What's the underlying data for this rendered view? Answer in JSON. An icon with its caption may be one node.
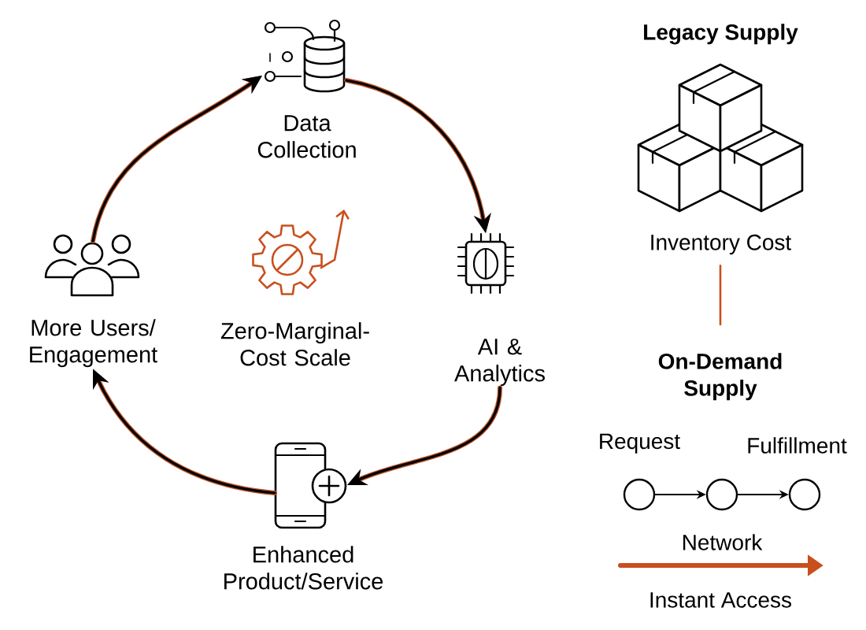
{
  "diagram": {
    "nodes": [
      {
        "text": [
          "Data Collection"
        ]
      },
      {
        "text": [
          "AI & Analytics"
        ]
      },
      {
        "text": [
          "Enhanced Product/Service"
        ]
      },
      {
        "text": [
          "More Users/ Engagement"
        ]
      },
      {
        "text": [
          "Zero-Marginal-Cost Scale"
        ]
      },
      {
        "text": [
          "Legacy Supply",
          "Inventory Cost"
        ]
      },
      {
        "text": [
          "On-Demand Supply"
        ]
      },
      {
        "text": [],
        "shape": "circle",
        "beside": [
          "Request"
        ]
      },
      {
        "text": [],
        "shape": "circle",
        "beside": [
          "Network"
        ]
      },
      {
        "text": [],
        "shape": "circle",
        "beside": [
          "Fulfillment"
        ]
      }
    ],
    "edges": [
      {
        "from": 3,
        "to": 0,
        "arrow": "to"
      },
      {
        "from": 0,
        "to": 1,
        "arrow": "to"
      },
      {
        "from": 1,
        "to": 2,
        "arrow": "to"
      },
      {
        "from": 2,
        "to": 3,
        "arrow": "to"
      },
      {
        "from": 5,
        "to": 6,
        "arrow": "none",
        "color": "#c8501e"
      },
      {
        "from": 7,
        "to": 8,
        "arrow": "to",
        "color": "#000000"
      },
      {
        "from": 8,
        "to": 9,
        "arrow": "to",
        "color": "#000000"
      }
    ],
    "labels": [
      "Instant Access"
    ]
  }
}
